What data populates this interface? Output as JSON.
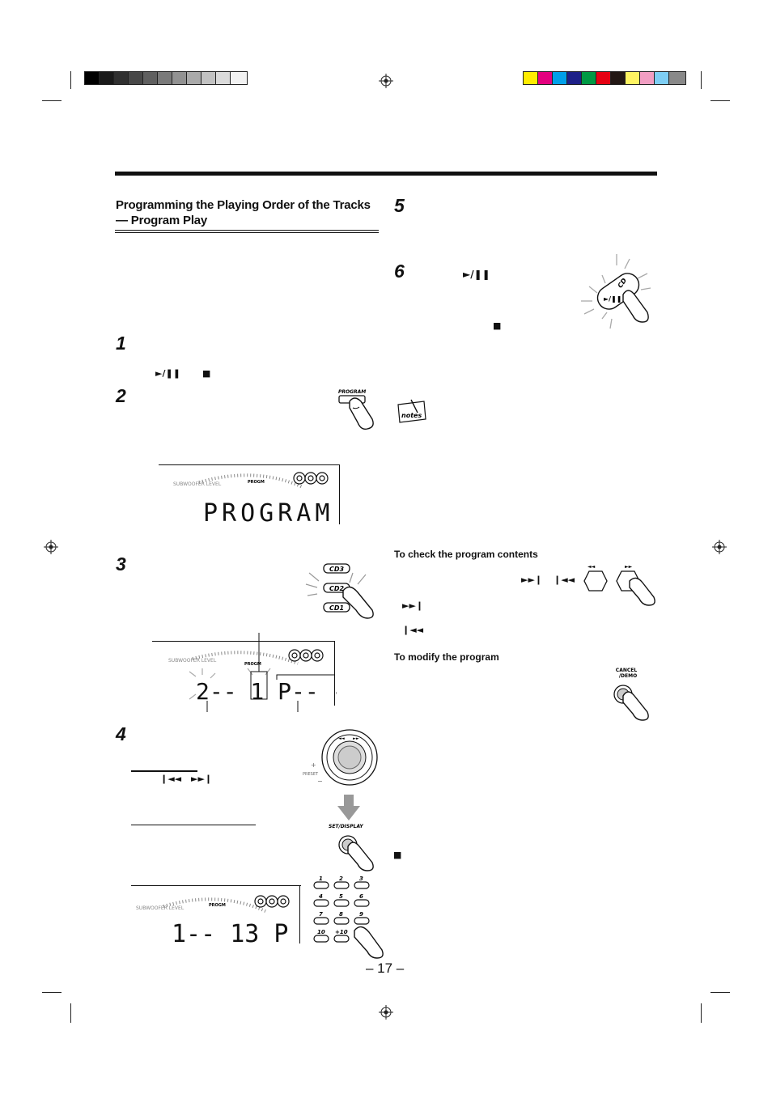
{
  "header": {
    "title_line1": "Programming the Playing Order of the Tracks",
    "title_line2": "— Program Play"
  },
  "steps": [
    "1",
    "2",
    "3",
    "4",
    "5",
    "6"
  ],
  "symbols": {
    "play_pause": "►/❚❚",
    "stop": "■",
    "skip_back": "◄◄",
    "skip_fwd": "►►",
    "skip_back_bar": "❙◄◄",
    "skip_fwd_bar": "►►❙"
  },
  "buttons": {
    "program": "PROGRAM",
    "cd3": "CD3",
    "cd2": "CD2",
    "cd1": "CD1",
    "cd": "CD",
    "set_display": "SET/DISPLAY",
    "cancel_demo_1": "CANCEL",
    "cancel_demo_2": "/DEMO",
    "preset": "PRESET",
    "keypad": [
      "1",
      "2",
      "3",
      "4",
      "5",
      "6",
      "7",
      "8",
      "9",
      "10",
      "+10"
    ]
  },
  "displays": {
    "display1_text": "PROGRAM",
    "display2_text": "2-- 1 P-- --",
    "display3_text": "1-- 13 P 1",
    "progm": "PROGM",
    "subwoofer_level": "SUBWOOFER LEVEL"
  },
  "sections": {
    "check_title": "To check the program contents",
    "modify_title": "To modify the program"
  },
  "notes_label": "notes",
  "page_number": "– 17 –",
  "colors": {
    "gray_bar": [
      "#000000",
      "#1a1a1a",
      "#303030",
      "#484848",
      "#606060",
      "#7a7a7a",
      "#929292",
      "#aaaaaa",
      "#c2c2c2",
      "#dadada",
      "#f2f2f2"
    ],
    "color_bar": [
      "#ffec00",
      "#e4007f",
      "#00a0e9",
      "#1d2088",
      "#009944",
      "#e60012",
      "#231815",
      "#fff462",
      "#f19ec2",
      "#7ecef4",
      "#898989"
    ]
  }
}
